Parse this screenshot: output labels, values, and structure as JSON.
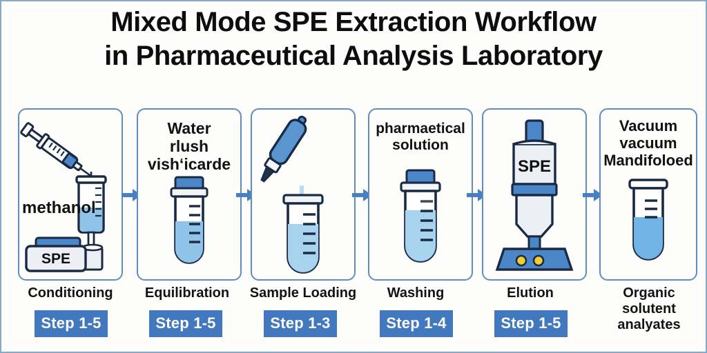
{
  "title": {
    "line1": "Mixed Mode SPE Extraction Workflow",
    "line2": "in Pharmaceutical Analysis Laboratory"
  },
  "colors": {
    "background": "#fdfdfb",
    "frame_border": "#8aa9c9",
    "panel_border": "#5e8cbe",
    "arrow": "#4a7fc1",
    "badge": "#4178be",
    "badge_text": "#ffffff",
    "liquid": "#8fc4e8",
    "accent_blue": "#4a86c8",
    "outline": "#1b2a44",
    "device_gray": "#e9ecf1",
    "indicator_yellow": "#f2cf2e",
    "text": "#131313"
  },
  "steps": [
    {
      "id": "conditioning",
      "inline_caption": "",
      "label": "Conditioning",
      "badge": "Step 1-5",
      "icon": "syringe-spe-cartridge-icon"
    },
    {
      "id": "equilibration",
      "inline_caption": "Water\nrlush\nvish‘icarde",
      "label": "Equilibration",
      "badge": "Step 1-5",
      "icon": "capped-test-tube-icon"
    },
    {
      "id": "sample-loading",
      "inline_caption": "",
      "label": "Sample Loading",
      "badge": "Step 1-3",
      "icon": "pipette-test-tube-icon"
    },
    {
      "id": "washing",
      "inline_caption": "pharmaetical\nsolution",
      "label": "Washing",
      "badge": "Step 1-4",
      "icon": "capped-test-tube-icon"
    },
    {
      "id": "elution",
      "inline_caption": "",
      "label": "Elution",
      "badge": "Step 1-5",
      "icon": "spe-manifold-device-icon"
    },
    {
      "id": "collection",
      "inline_caption": "Vacuum\nvacuum\nMandifoloed",
      "label": "Organic\nsolutent\nanalyates",
      "badge": "",
      "icon": "open-test-tube-icon"
    }
  ],
  "icon_labels": {
    "methanol": "methanol",
    "spe_box": "SPE",
    "spe_cartridge": "SPE"
  },
  "arrows": [
    {
      "name": "arrow-1"
    },
    {
      "name": "arrow-2"
    },
    {
      "name": "arrow-3"
    },
    {
      "name": "arrow-4"
    },
    {
      "name": "arrow-5"
    }
  ]
}
